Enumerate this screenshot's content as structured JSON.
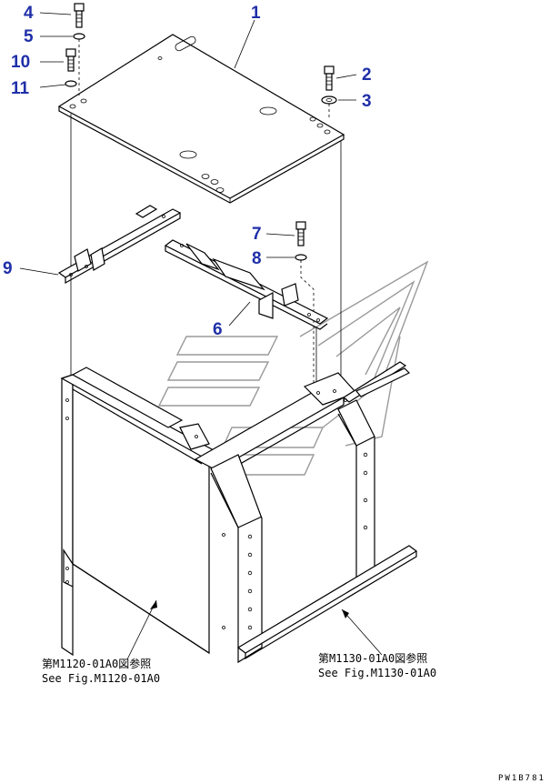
{
  "callouts": [
    {
      "id": "1",
      "label": "1"
    },
    {
      "id": "2",
      "label": "2"
    },
    {
      "id": "3",
      "label": "3"
    },
    {
      "id": "4",
      "label": "4"
    },
    {
      "id": "5",
      "label": "5"
    },
    {
      "id": "6",
      "label": "6"
    },
    {
      "id": "7",
      "label": "7"
    },
    {
      "id": "8",
      "label": "8"
    },
    {
      "id": "9",
      "label": "9"
    },
    {
      "id": "10",
      "label": "10"
    },
    {
      "id": "11",
      "label": "11"
    }
  ],
  "references": {
    "left": {
      "jp": "第M1120-01A0図参照",
      "en": "See Fig.M1120-01A0"
    },
    "right": {
      "jp": "第M1130-01A0図参照",
      "en": "See Fig.M1130-01A0"
    }
  },
  "drawing_code": "PW1B781",
  "colors": {
    "callout": "#1f2fa8",
    "line": "#000000",
    "watermark": "#9a9a9a"
  }
}
